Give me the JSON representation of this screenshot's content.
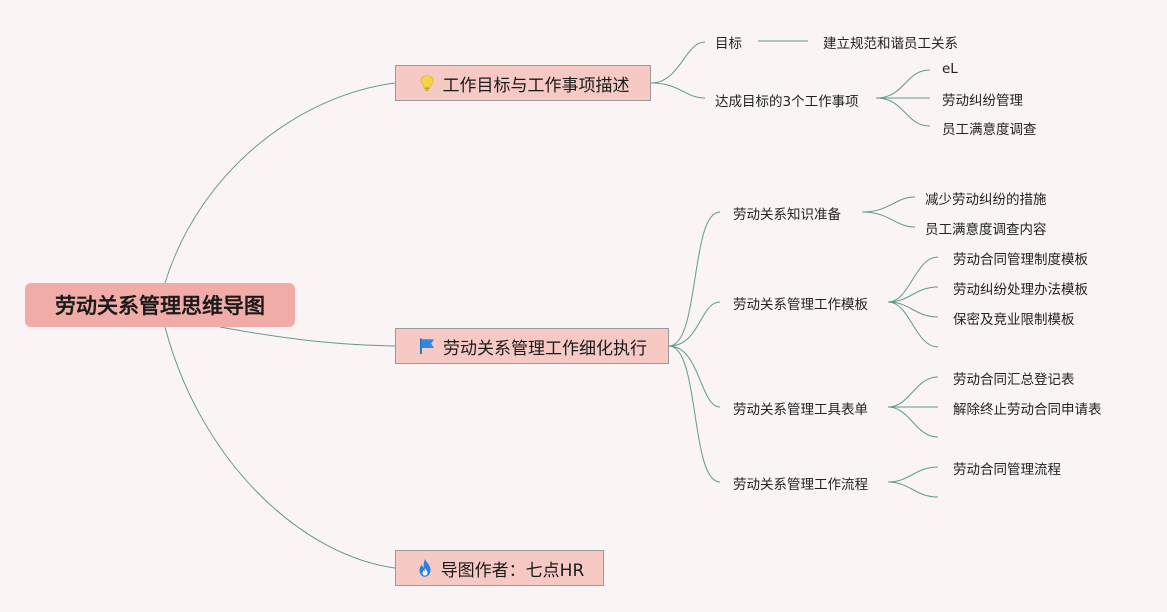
{
  "root": {
    "label": "劳动关系管理思维导图"
  },
  "branches": [
    {
      "label": "工作目标与工作事项描述",
      "icon": "lightbulb-icon",
      "children": [
        {
          "label": "目标",
          "children": [
            "建立规范和谐员工关系"
          ]
        },
        {
          "label": "达成目标的3个工作事项",
          "children": [
            "eL",
            "劳动纠纷管理",
            "员工满意度调查"
          ]
        }
      ]
    },
    {
      "label": "劳动关系管理工作细化执行",
      "icon": "flag-icon",
      "children": [
        {
          "label": "劳动关系知识准备",
          "children": [
            "减少劳动纠纷的措施",
            "员工满意度调查内容"
          ]
        },
        {
          "label": "劳动关系管理工作模板",
          "children": [
            "劳动合同管理制度模板",
            "劳动纠纷处理办法模板",
            "保密及竞业限制模板"
          ]
        },
        {
          "label": "劳动关系管理工具表单",
          "children": [
            "劳动合同汇总登记表",
            "解除终止劳动合同申请表"
          ]
        },
        {
          "label": "劳动关系管理工作流程",
          "children": [
            "劳动合同管理流程"
          ]
        }
      ]
    },
    {
      "label": "导图作者：七点HR",
      "icon": "fire-icon",
      "children": []
    }
  ],
  "colors": {
    "root_bg": "#f2aca7",
    "branch_bg": "#f6c9c4",
    "line": "#5e9c8c",
    "background": "#fbf4f4"
  }
}
